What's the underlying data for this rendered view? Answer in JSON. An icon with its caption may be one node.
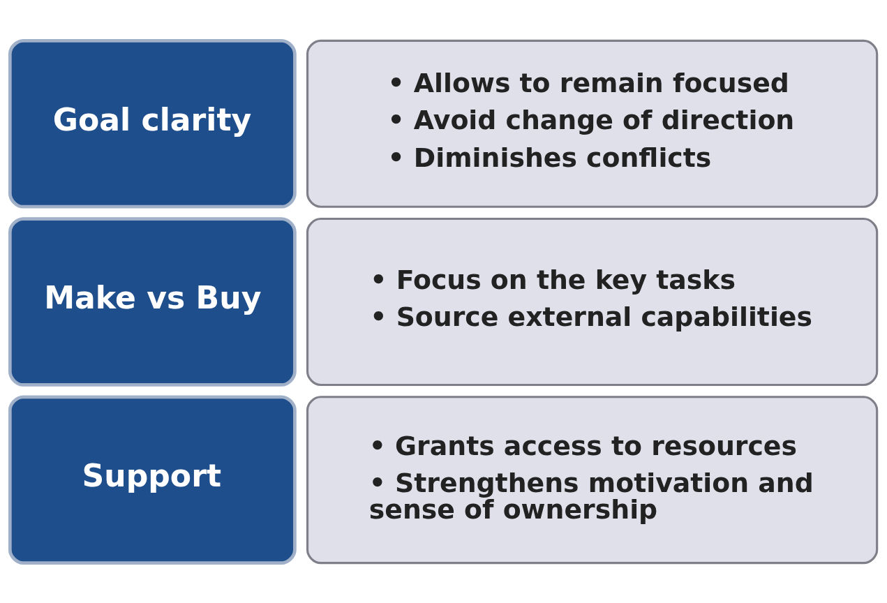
{
  "diagram": {
    "nodes": [
      {
        "text": [
          "Goal clarity"
        ]
      },
      {
        "text": [
          "• Allows to remain focused",
          "• Avoid change of direction",
          "• Diminishes conflicts"
        ]
      },
      {
        "text": [
          "Make vs Buy"
        ]
      },
      {
        "text": [
          "• Focus on the key tasks",
          "• Source external capabilities"
        ]
      },
      {
        "text": [
          "Support"
        ]
      },
      {
        "text": [
          "• Grants access to resources",
          "• Strengthens motivation and sense of ownership"
        ]
      }
    ]
  }
}
